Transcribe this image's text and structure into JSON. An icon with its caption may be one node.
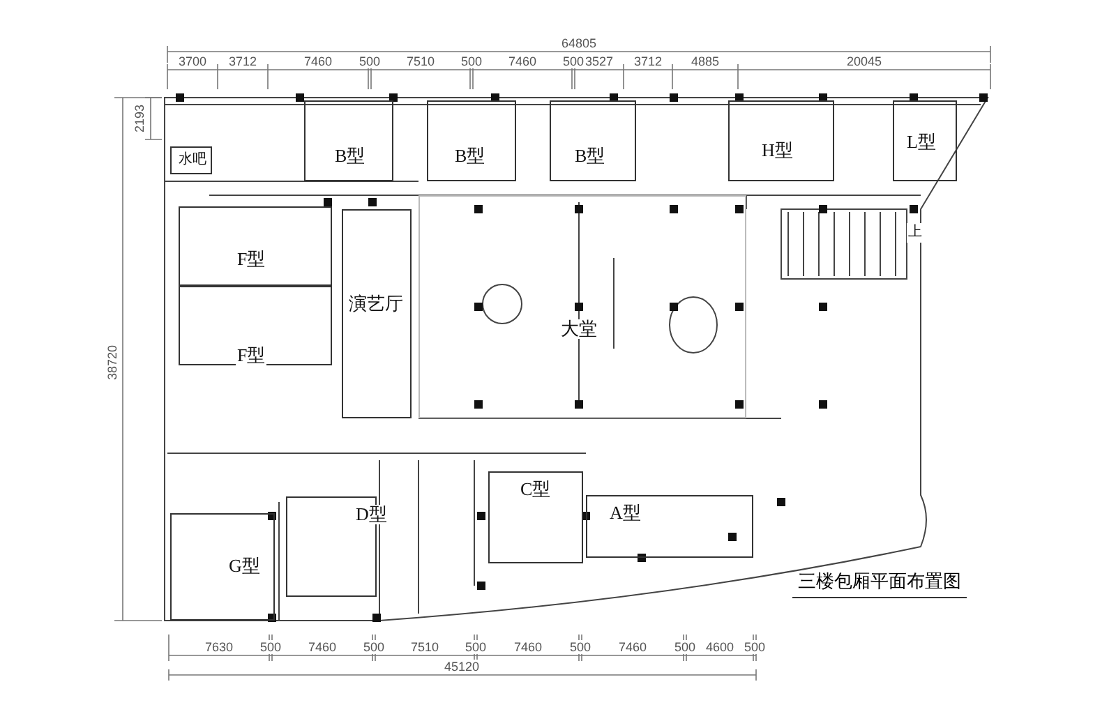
{
  "diagram": {
    "title": "三楼包厢平面布置图",
    "nodes": [
      {
        "text": [
          "水吧"
        ]
      },
      {
        "text": [
          "B型"
        ]
      },
      {
        "text": [
          "B型"
        ]
      },
      {
        "text": [
          "B型"
        ]
      },
      {
        "text": [
          "H型"
        ]
      },
      {
        "text": [
          "L型"
        ]
      },
      {
        "text": [
          "F型"
        ]
      },
      {
        "text": [
          "F型"
        ]
      },
      {
        "text": [
          "演艺厅"
        ]
      },
      {
        "text": [
          "大堂"
        ]
      },
      {
        "text": [
          "A型"
        ]
      },
      {
        "text": [
          "C型"
        ]
      },
      {
        "text": [
          "D型"
        ]
      },
      {
        "text": [
          "G型"
        ]
      }
    ],
    "edges": [],
    "labels": [
      "3700",
      "3712",
      "7460",
      "500",
      "7510",
      "500",
      "7460",
      "500",
      "3527",
      "3712",
      "4885",
      "20045",
      "64805",
      "2193",
      "38720",
      "7630",
      "500",
      "7460",
      "500",
      "7510",
      "500",
      "7460",
      "500",
      "7460",
      "500",
      "4600",
      "500",
      "45120",
      "上"
    ]
  }
}
